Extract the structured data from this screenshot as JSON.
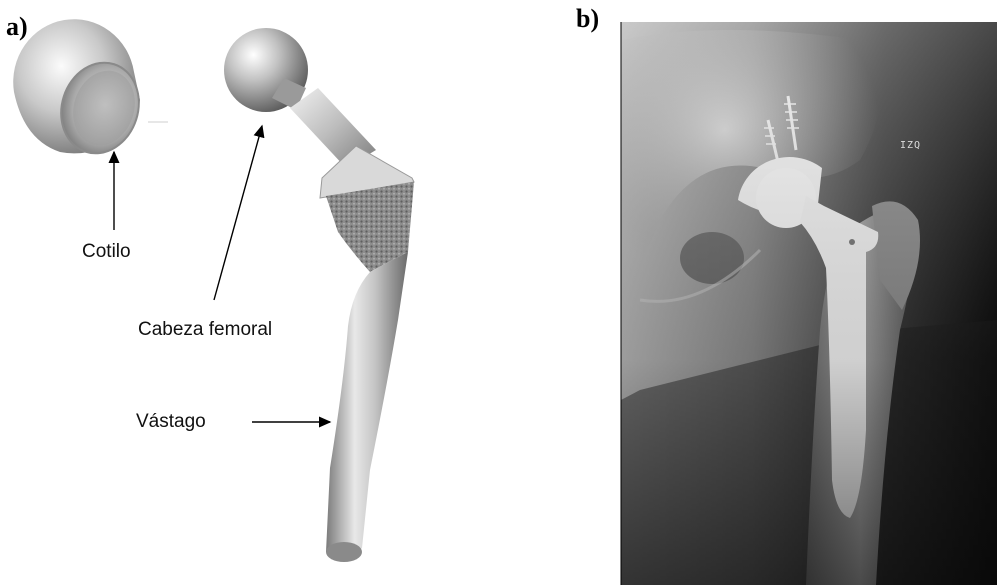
{
  "panels": {
    "a": {
      "label": "a)"
    },
    "b": {
      "label": "b)",
      "side_marker": "IZQ"
    }
  },
  "callouts": {
    "cup": "Cotilo",
    "head": "Cabeza femoral",
    "stem": "Vástago"
  },
  "colors": {
    "background": "#ffffff",
    "metal_light": "#e6e6e6",
    "metal_dark": "#6f6f6f",
    "porous_coating": "#8a8a8a",
    "xray_dark": "#0f0f0f",
    "implant_white": "#f4f4f4"
  }
}
